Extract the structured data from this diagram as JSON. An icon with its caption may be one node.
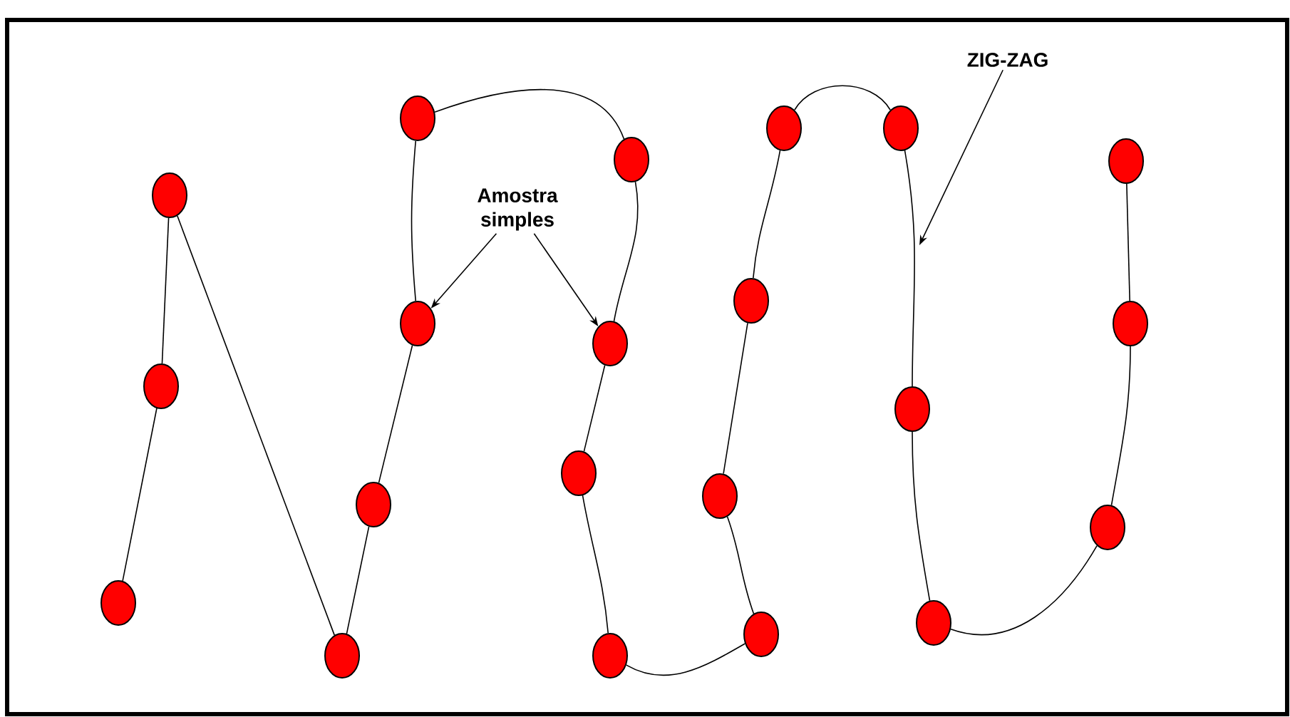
{
  "diagram": {
    "nodes": [
      {
        "text": [],
        "shape": "circle"
      },
      {
        "text": [],
        "shape": "circle"
      },
      {
        "text": [],
        "shape": "circle"
      },
      {
        "text": [],
        "shape": "circle"
      },
      {
        "text": [],
        "shape": "circle"
      },
      {
        "text": [],
        "shape": "circle"
      },
      {
        "text": [],
        "shape": "circle"
      },
      {
        "text": [],
        "shape": "circle"
      },
      {
        "text": [],
        "shape": "circle"
      },
      {
        "text": [],
        "shape": "circle"
      },
      {
        "text": [],
        "shape": "circle"
      },
      {
        "text": [],
        "shape": "circle"
      },
      {
        "text": [],
        "shape": "circle"
      },
      {
        "text": [],
        "shape": "circle"
      },
      {
        "text": [],
        "shape": "circle"
      },
      {
        "text": [],
        "shape": "circle"
      },
      {
        "text": [],
        "shape": "circle"
      },
      {
        "text": [],
        "shape": "circle"
      },
      {
        "text": [],
        "shape": "circle"
      },
      {
        "text": [],
        "shape": "circle"
      },
      {
        "text": [],
        "shape": "circle"
      },
      {
        "text": [
          "Amostra simples"
        ]
      },
      {
        "text": [
          "ZIG-ZAG"
        ]
      }
    ],
    "edges": [
      {
        "from": 0,
        "to": 1,
        "arrow": "none"
      },
      {
        "from": 1,
        "to": 2,
        "arrow": "none"
      },
      {
        "from": 2,
        "to": 3,
        "arrow": "none"
      },
      {
        "from": 3,
        "to": 4,
        "arrow": "none"
      },
      {
        "from": 4,
        "to": 6,
        "arrow": "none"
      },
      {
        "from": 6,
        "to": 5,
        "arrow": "none"
      },
      {
        "from": 5,
        "to": 10,
        "arrow": "none"
      },
      {
        "from": 10,
        "to": 8,
        "arrow": "none"
      },
      {
        "from": 8,
        "to": 7,
        "arrow": "none"
      },
      {
        "from": 7,
        "to": 9,
        "arrow": "none"
      },
      {
        "from": 9,
        "to": 13,
        "arrow": "none"
      },
      {
        "from": 13,
        "to": 11,
        "arrow": "none"
      },
      {
        "from": 11,
        "to": 12,
        "arrow": "none"
      },
      {
        "from": 12,
        "to": 14,
        "arrow": "none"
      },
      {
        "from": 14,
        "to": 15,
        "arrow": "none"
      },
      {
        "from": 15,
        "to": 16,
        "arrow": "none"
      },
      {
        "from": 16,
        "to": 17,
        "arrow": "none"
      },
      {
        "from": 17,
        "to": 18,
        "arrow": "none"
      },
      {
        "from": 18,
        "to": 20,
        "arrow": "none"
      },
      {
        "from": 20,
        "to": 19,
        "arrow": "none"
      },
      {
        "from": 21,
        "to": 6,
        "arrow": "to"
      },
      {
        "from": 21,
        "to": 8,
        "arrow": "to"
      },
      {
        "from": 22,
        "to": null,
        "arrow": "to"
      }
    ]
  }
}
